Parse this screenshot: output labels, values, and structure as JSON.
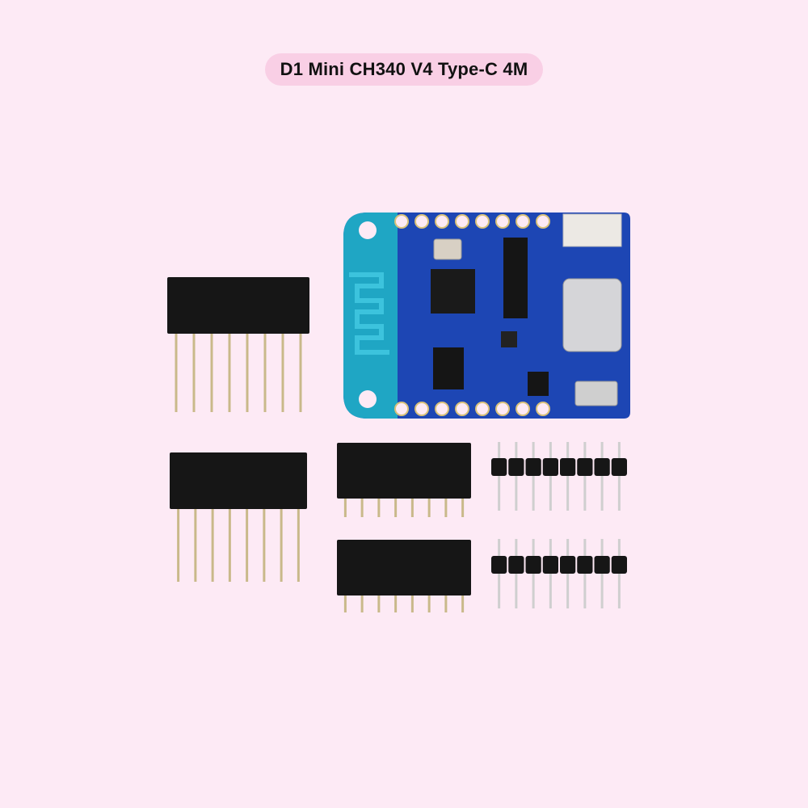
{
  "title": "D1 Mini CH340 V4 Type-C 4M",
  "colors": {
    "background": "#fdeaf5",
    "title_pill": "#f9cfe5",
    "pcb_blue": "#1d46b4",
    "antenna_teal": "#1fa6c4",
    "header_black": "#161616",
    "pin_gold": "#c9b98a",
    "pin_silver": "#cfcfcf"
  },
  "product": {
    "board": "wemos-d1-mini-pcb",
    "female_headers_long": 2,
    "female_headers_short": 2,
    "male_headers": 2,
    "pins_per_header": 8
  }
}
